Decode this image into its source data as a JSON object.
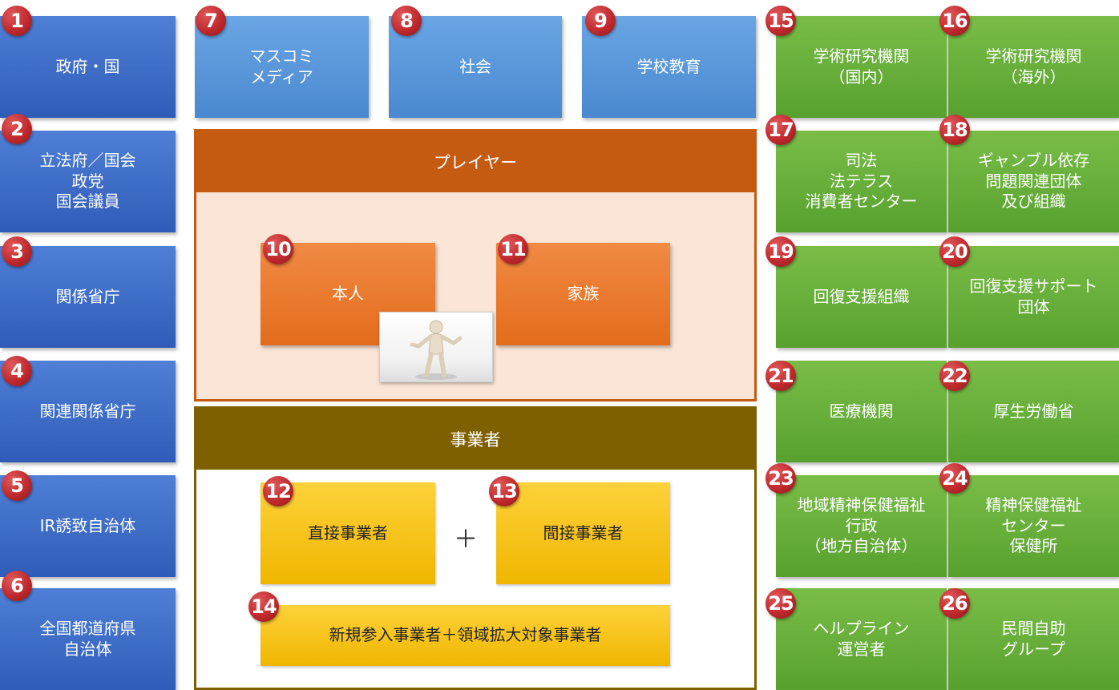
{
  "left_column": [
    {
      "num": "1",
      "label": "政府・国"
    },
    {
      "num": "2",
      "label": "立法府／国会\n政党\n国会議員"
    },
    {
      "num": "3",
      "label": "関係省庁"
    },
    {
      "num": "4",
      "label": "関連関係省庁"
    },
    {
      "num": "5",
      "label": "IR誘致自治体"
    },
    {
      "num": "6",
      "label": "全国都道府県\n自治体"
    }
  ],
  "top_row": [
    {
      "num": "7",
      "label": "マスコミ\nメディア"
    },
    {
      "num": "8",
      "label": "社会"
    },
    {
      "num": "9",
      "label": "学校教育"
    }
  ],
  "player_panel": {
    "title": "プレイヤー",
    "items": [
      {
        "num": "10",
        "label": "本人"
      },
      {
        "num": "11",
        "label": "家族"
      }
    ]
  },
  "operator_panel": {
    "title": "事業者",
    "items": [
      {
        "num": "12",
        "label": "直接事業者"
      },
      {
        "num": "13",
        "label": "間接事業者"
      },
      {
        "num": "14",
        "label": "新規参入事業者＋領域拡大対象事業者"
      }
    ],
    "plus": "＋"
  },
  "right_grid": [
    {
      "num": "15",
      "label": "学術研究機関\n（国内）"
    },
    {
      "num": "16",
      "label": "学術研究機関\n（海外）"
    },
    {
      "num": "17",
      "label": "司法\n法テラス\n消費者センター"
    },
    {
      "num": "18",
      "label": "ギャンブル依存\n問題関連団体\n及び組織"
    },
    {
      "num": "19",
      "label": "回復支援組織"
    },
    {
      "num": "20",
      "label": "回復支援サポート\n団体"
    },
    {
      "num": "21",
      "label": "医療機関"
    },
    {
      "num": "22",
      "label": "厚生労働省"
    },
    {
      "num": "23",
      "label": "地域精神保健福祉\n行政\n（地方自治体）"
    },
    {
      "num": "24",
      "label": "精神保健福祉\nセンター\n保健所"
    },
    {
      "num": "25",
      "label": "ヘルプライン\n運営者"
    },
    {
      "num": "26",
      "label": "民間自助\nグループ"
    }
  ],
  "colors": {
    "blue": "#3a68c4",
    "light_blue": "#5a97da",
    "green": "#66ad3a",
    "orange": "#e8772e",
    "yellow": "#f8c51a",
    "player_header": "#c55a11",
    "player_bg": "#fbe5d6",
    "operator_header": "#7f6000",
    "badge_red": "#c0282d"
  }
}
